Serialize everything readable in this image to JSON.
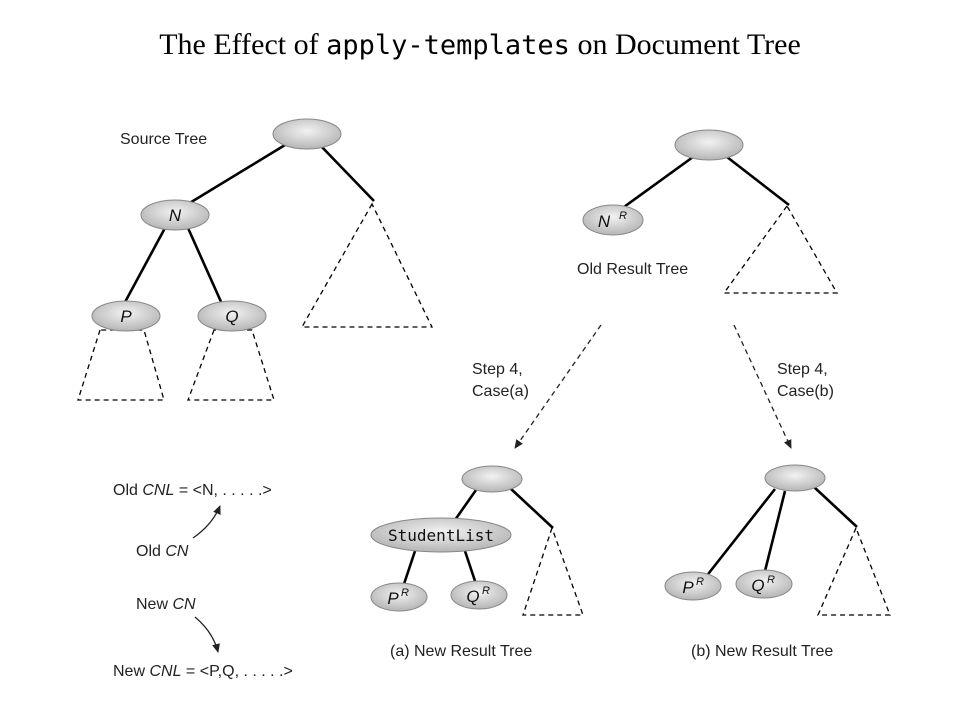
{
  "title": {
    "prefix": "The Effect of",
    "code": "apply-templates",
    "suffix": "on Document Tree"
  },
  "labels": {
    "source_tree": "Source Tree",
    "old_result_tree": "Old Result Tree",
    "step_case_a_line1": "Step 4,",
    "step_case_a_line2": "Case(a)",
    "step_case_b_line1": "Step 4,",
    "step_case_b_line2": "Case(b)",
    "new_result_tree_a": "(a) New Result Tree",
    "new_result_tree_b": "(b) New Result Tree"
  },
  "nodes": {
    "n": "N",
    "p": "P",
    "q": "Q",
    "nr": "N",
    "student_list": "StudentList",
    "pr_a": "P",
    "qr_a": "Q",
    "pr_b": "P",
    "qr_b": "Q",
    "sup_r": "R"
  },
  "cnl": {
    "old_cnl_prefix": "Old",
    "old_cnl_var": "CNL",
    "old_cnl_value": " = <N, . . . . .>",
    "old_cn_prefix": "Old",
    "old_cn_var": "CN",
    "new_cn_prefix": "New",
    "new_cn_var": "CN",
    "new_cnl_prefix": "New",
    "new_cnl_var": "CNL",
    "new_cnl_value": " = <P,Q, . . . . .>"
  }
}
